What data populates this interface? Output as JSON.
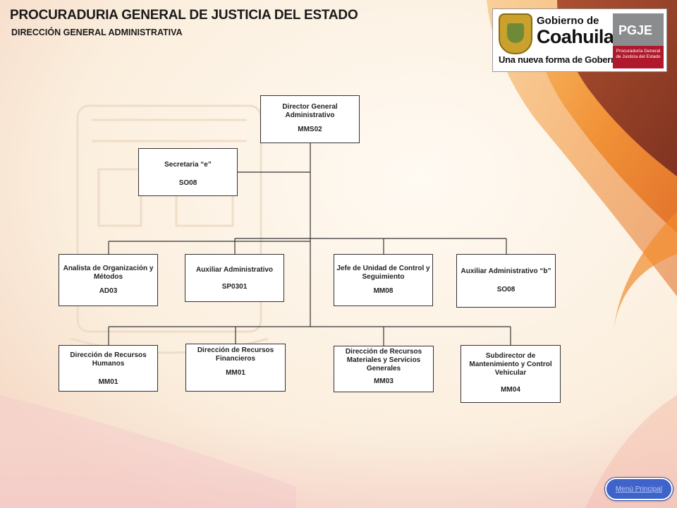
{
  "header": {
    "title": "PROCURADURIA GENERAL DE JUSTICIA DEL ESTADO",
    "subtitle": "DIRECCIÓN GENERAL ADMINISTRATIVA"
  },
  "logo": {
    "line1": "Gobierno de",
    "line2": "Coahuila",
    "motto": "Una nueva forma de Gobernar",
    "acronym": "PGJE",
    "acronym_sub": "Procuraduría General de Justicia del Estado"
  },
  "org": {
    "director": {
      "title": "Director General Administrativo",
      "code": "MMS02"
    },
    "secretaria": {
      "title": "Secretaria “e”",
      "code": "SO08"
    },
    "staff": [
      {
        "title": "Analista de Organización y Métodos",
        "code": "AD03"
      },
      {
        "title": "Auxiliar Administrativo",
        "code": "SP0301"
      },
      {
        "title": "Jefe de Unidad de Control y Seguimiento",
        "code": "MM08"
      },
      {
        "title": "Auxiliar Administrativo “b”",
        "code": "SO08"
      }
    ],
    "units": [
      {
        "title": "Dirección de Recursos Humanos",
        "code": "MM01"
      },
      {
        "title": "Dirección de Recursos Financieros",
        "code": "MM01"
      },
      {
        "title": "Dirección de Recursos Materiales y Servicios Generales",
        "code": "MM03"
      },
      {
        "title": "Subdirector de Mantenimiento y Control Vehicular",
        "code": "MM04"
      }
    ]
  },
  "nav": {
    "menu_label": "Menú Principal"
  },
  "colors": {
    "accent_orange": "#f08a2a",
    "accent_brown": "#8e3b26",
    "button_blue": "#3f63c9"
  }
}
